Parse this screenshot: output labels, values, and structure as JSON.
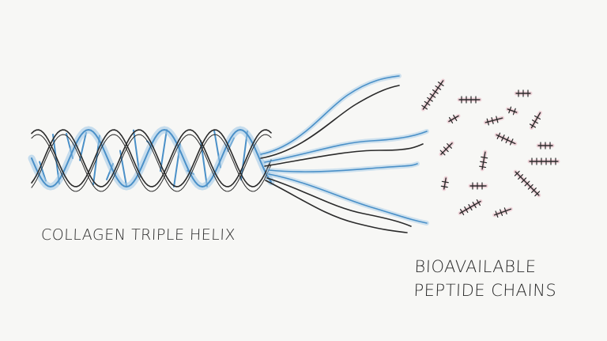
{
  "labels": {
    "helix": "COLLAGEN TRIPLE HELIX",
    "peptides_line1": "BIOAVAILABLE",
    "peptides_line2": "PEPTIDE CHAINS"
  },
  "colors": {
    "background": "#f7f7f5",
    "ink": "#2a2a2a",
    "strand_blue": "#4a90c8",
    "strand_blue_light": "#9cc6e6",
    "peptide_pink": "#e6a9b8"
  },
  "peptide_count": 17
}
